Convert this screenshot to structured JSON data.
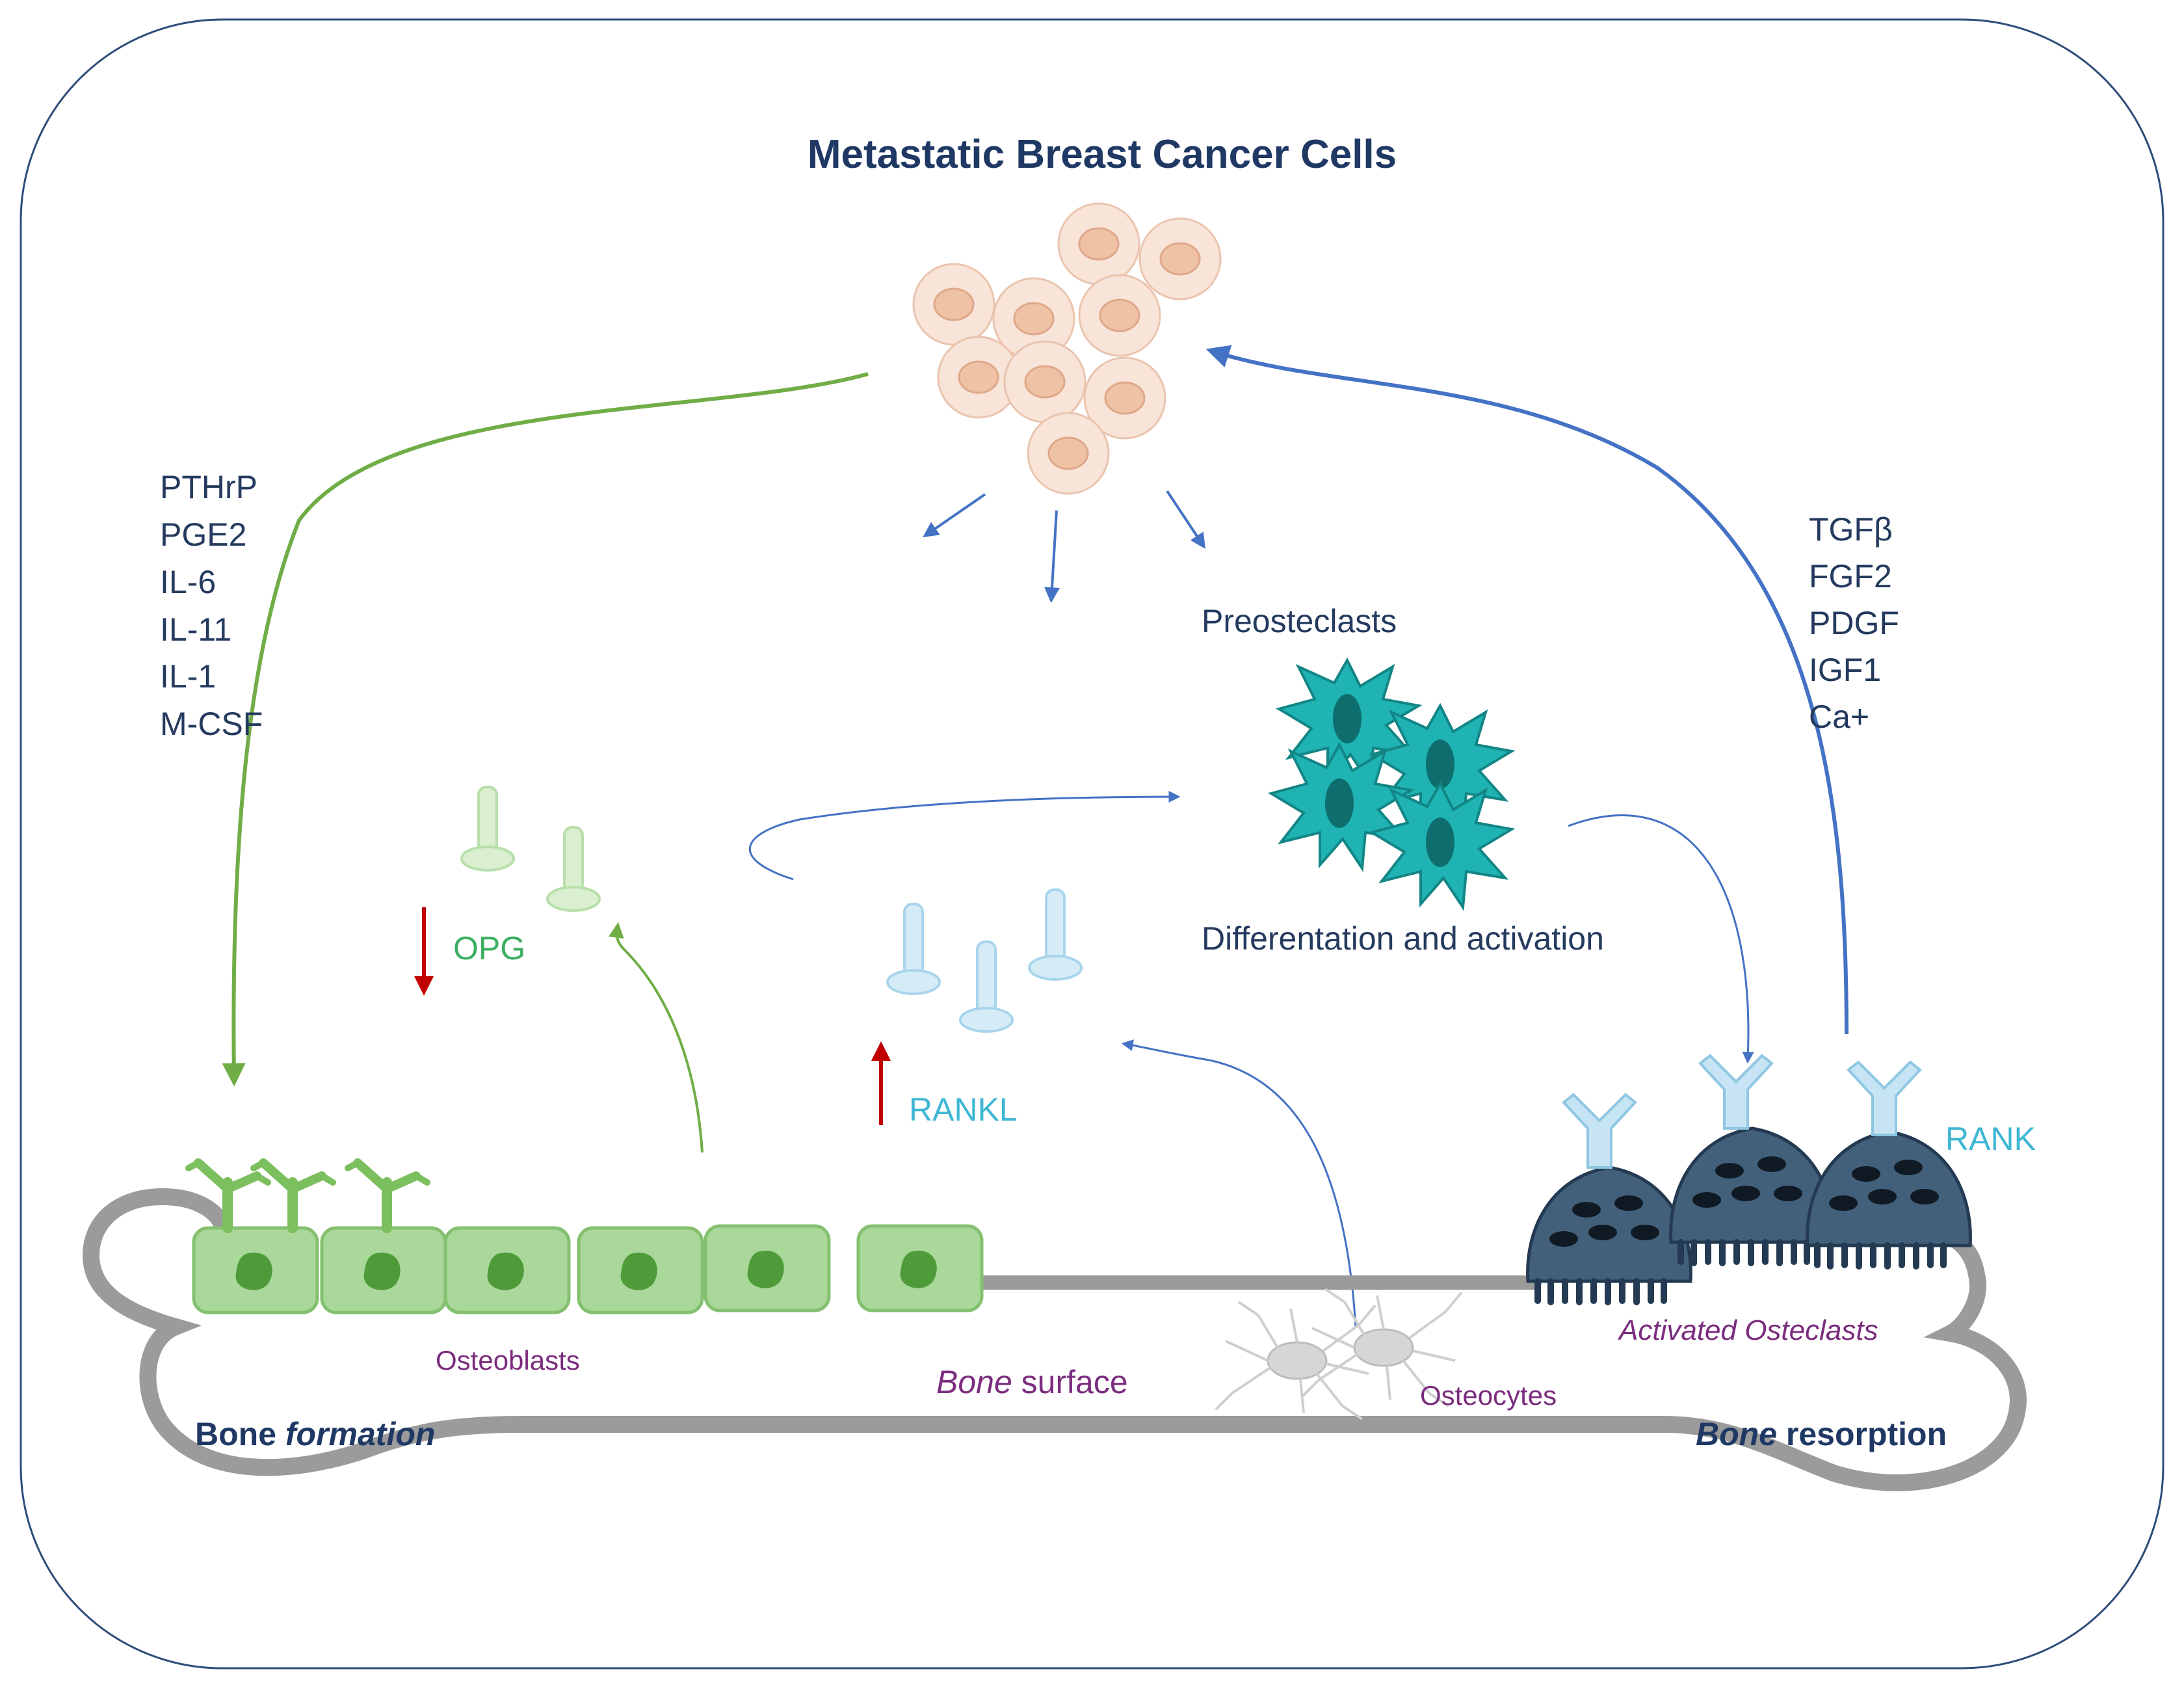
{
  "title": "Metastatic Breast Cancer Cells",
  "left_factors": [
    "PTHrP",
    "PGE2",
    "IL-6",
    "IL-11",
    "IL-1",
    "M-CSF"
  ],
  "right_factors": [
    "TGFβ",
    "FGF2",
    "PDGF",
    "IGF1",
    "Ca+"
  ],
  "labels": {
    "preosteclasts": "Preosteclasts",
    "differentiation": "Differentation and activation",
    "opg": "OPG",
    "rankl": "RANKL",
    "rank": "RANK",
    "osteoblasts": "Osteoblasts",
    "osteocytes": "Osteocytes",
    "activated_osteoclasts": "Activated Osteclasts",
    "bone_surface_italic": "Bone",
    "bone_surface_rest": " surface",
    "bone_formation_a": "Bone",
    "bone_formation_b": " formation",
    "bone_resorption_a": "Bone",
    "bone_resorption_b": " resorption"
  },
  "colors": {
    "title": "#1f3864",
    "text_dark": "#243a5e",
    "green_arrow": "#70ad47",
    "blue_arrow": "#4472c4",
    "red_arrow": "#c00000",
    "opg_text": "#3cae62",
    "rank_text": "#3fb6d4",
    "purple_text": "#7b2c7e",
    "cancer_cell": "#f6ddd0",
    "preosteoclast": "#1fb3b3",
    "osteoclast": "#42607a",
    "osteoblast": "#a9d89a",
    "bone": "#9b9b9b"
  },
  "icons": [
    "cancer-cell-icon",
    "preosteoclast-icon",
    "osteoclast-icon",
    "osteoblast-icon",
    "osteocyte-icon",
    "opg-molecule-icon",
    "rankl-molecule-icon",
    "rank-receptor-icon"
  ]
}
